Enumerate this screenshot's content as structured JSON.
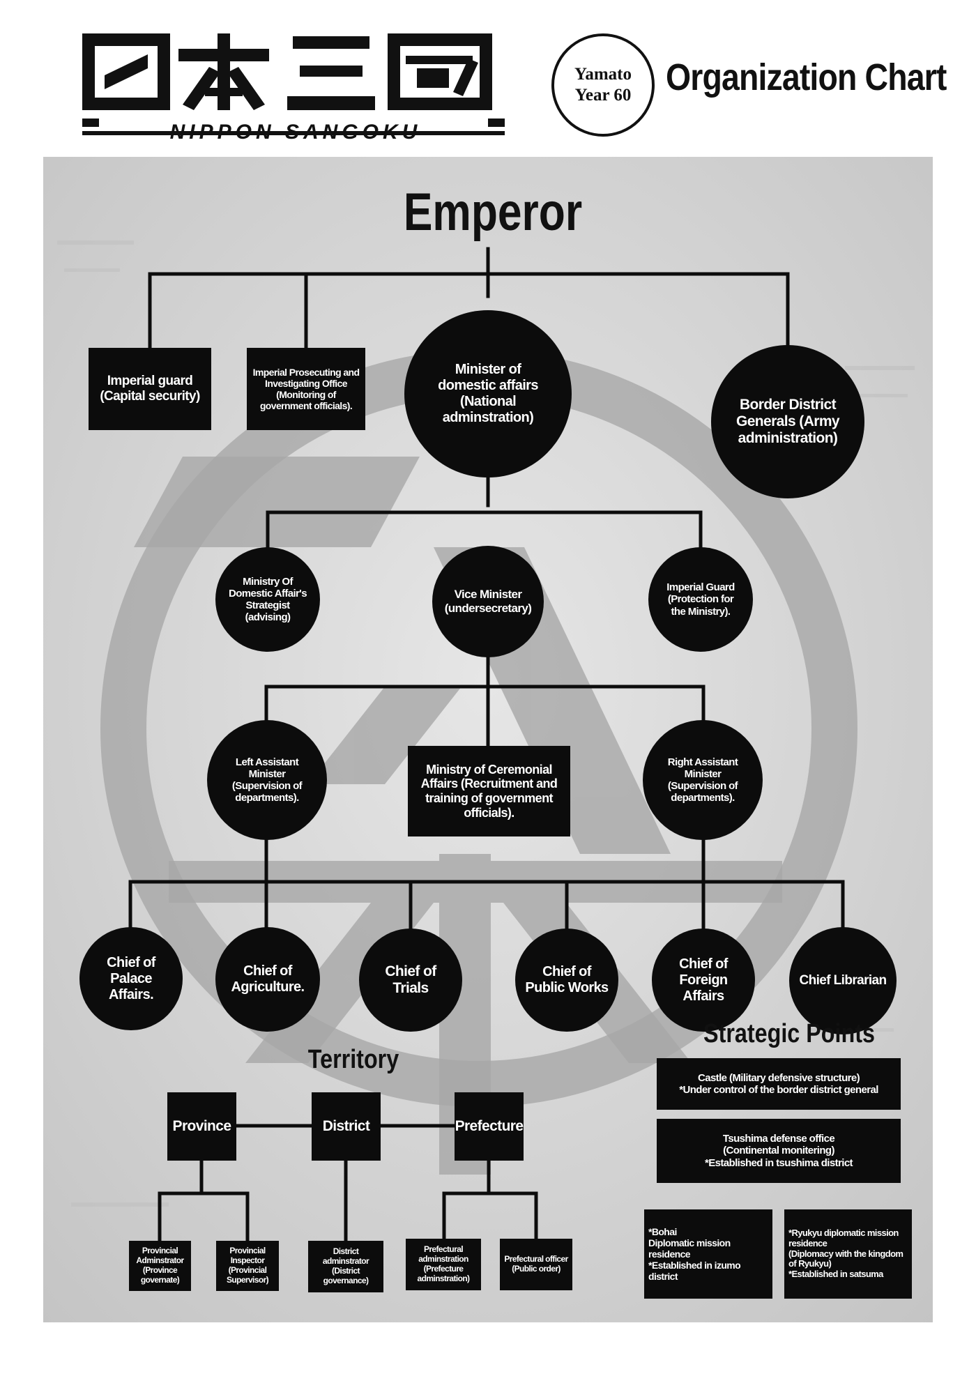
{
  "header": {
    "logo_text": "日本三國",
    "logo_subtitle": "NIPPON SANGOKU",
    "year_line1": "Yamato",
    "year_line2": "Year 60",
    "chart_title": "Organization Chart"
  },
  "emperor": "Emperor",
  "tier1": {
    "imperial_guard": "Imperial guard\n(Capital security)",
    "prosecuting_office": "Imperial Prosecuting and\nInvestigating Office\n(Monitoring of\ngovernment officials).",
    "minister_domestic": "Minister of\ndomestic affairs\n(National\nadminstration)",
    "border_generals": "Border District\nGenerals (Army\nadministration)"
  },
  "tier2": {
    "strategist": "Ministry Of\nDomestic Affair's\nStrategist\n(advising)",
    "vice_minister": "Vice Minister\n(undersecretary)",
    "ministry_guard": "Imperial Guard\n(Protection for\nthe Ministry)."
  },
  "tier3": {
    "left_assistant": "Left Assistant\nMinister\n(Supervision of\ndepartments).",
    "ceremonial": "Ministry of Ceremonial\nAffairs (Recruitment and\ntraining of government\nofficials).",
    "right_assistant": "Right Assistant\nMinister\n(Supervision of\ndepartments)."
  },
  "chiefs": [
    "Chief of\nPalace\nAffairs.",
    "Chief of\nAgriculture.",
    "Chief of\nTrials",
    "Chief of\nPublic Works",
    "Chief of\nForeign\nAffairs",
    "Chief Librarian"
  ],
  "territory": {
    "title": "Territory",
    "province": "Province",
    "district": "District",
    "prefecture": "Prefecture",
    "provincial_admin": "Provincial\nAdminstrator\n(Province\ngovernate)",
    "provincial_inspector": "Provincial\nInspector\n(Provincial\nSupervisor)",
    "district_admin": "District\nadminstrator\n(District\ngovernance)",
    "prefectural_admin": "Prefectural\nadminstration\n(Prefecture\nadminstration)",
    "prefectural_officer": "Prefectural officer\n(Public order)"
  },
  "strategic": {
    "title": "Strategic Points",
    "castle": "Castle (Military defensive structure)\n*Under control of the border district general",
    "tsushima": "Tsushima defense office\n(Continental monitering)\n*Established in tsushima district",
    "bohai": "*Bohai\nDiplomatic mission residence\n*Established in izumo district",
    "ryukyu": "*Ryukyu diplomatic mission\nresidence\n(Diplomacy with the kingdom\nof Ryukyu)\n*Established in satsuma"
  }
}
